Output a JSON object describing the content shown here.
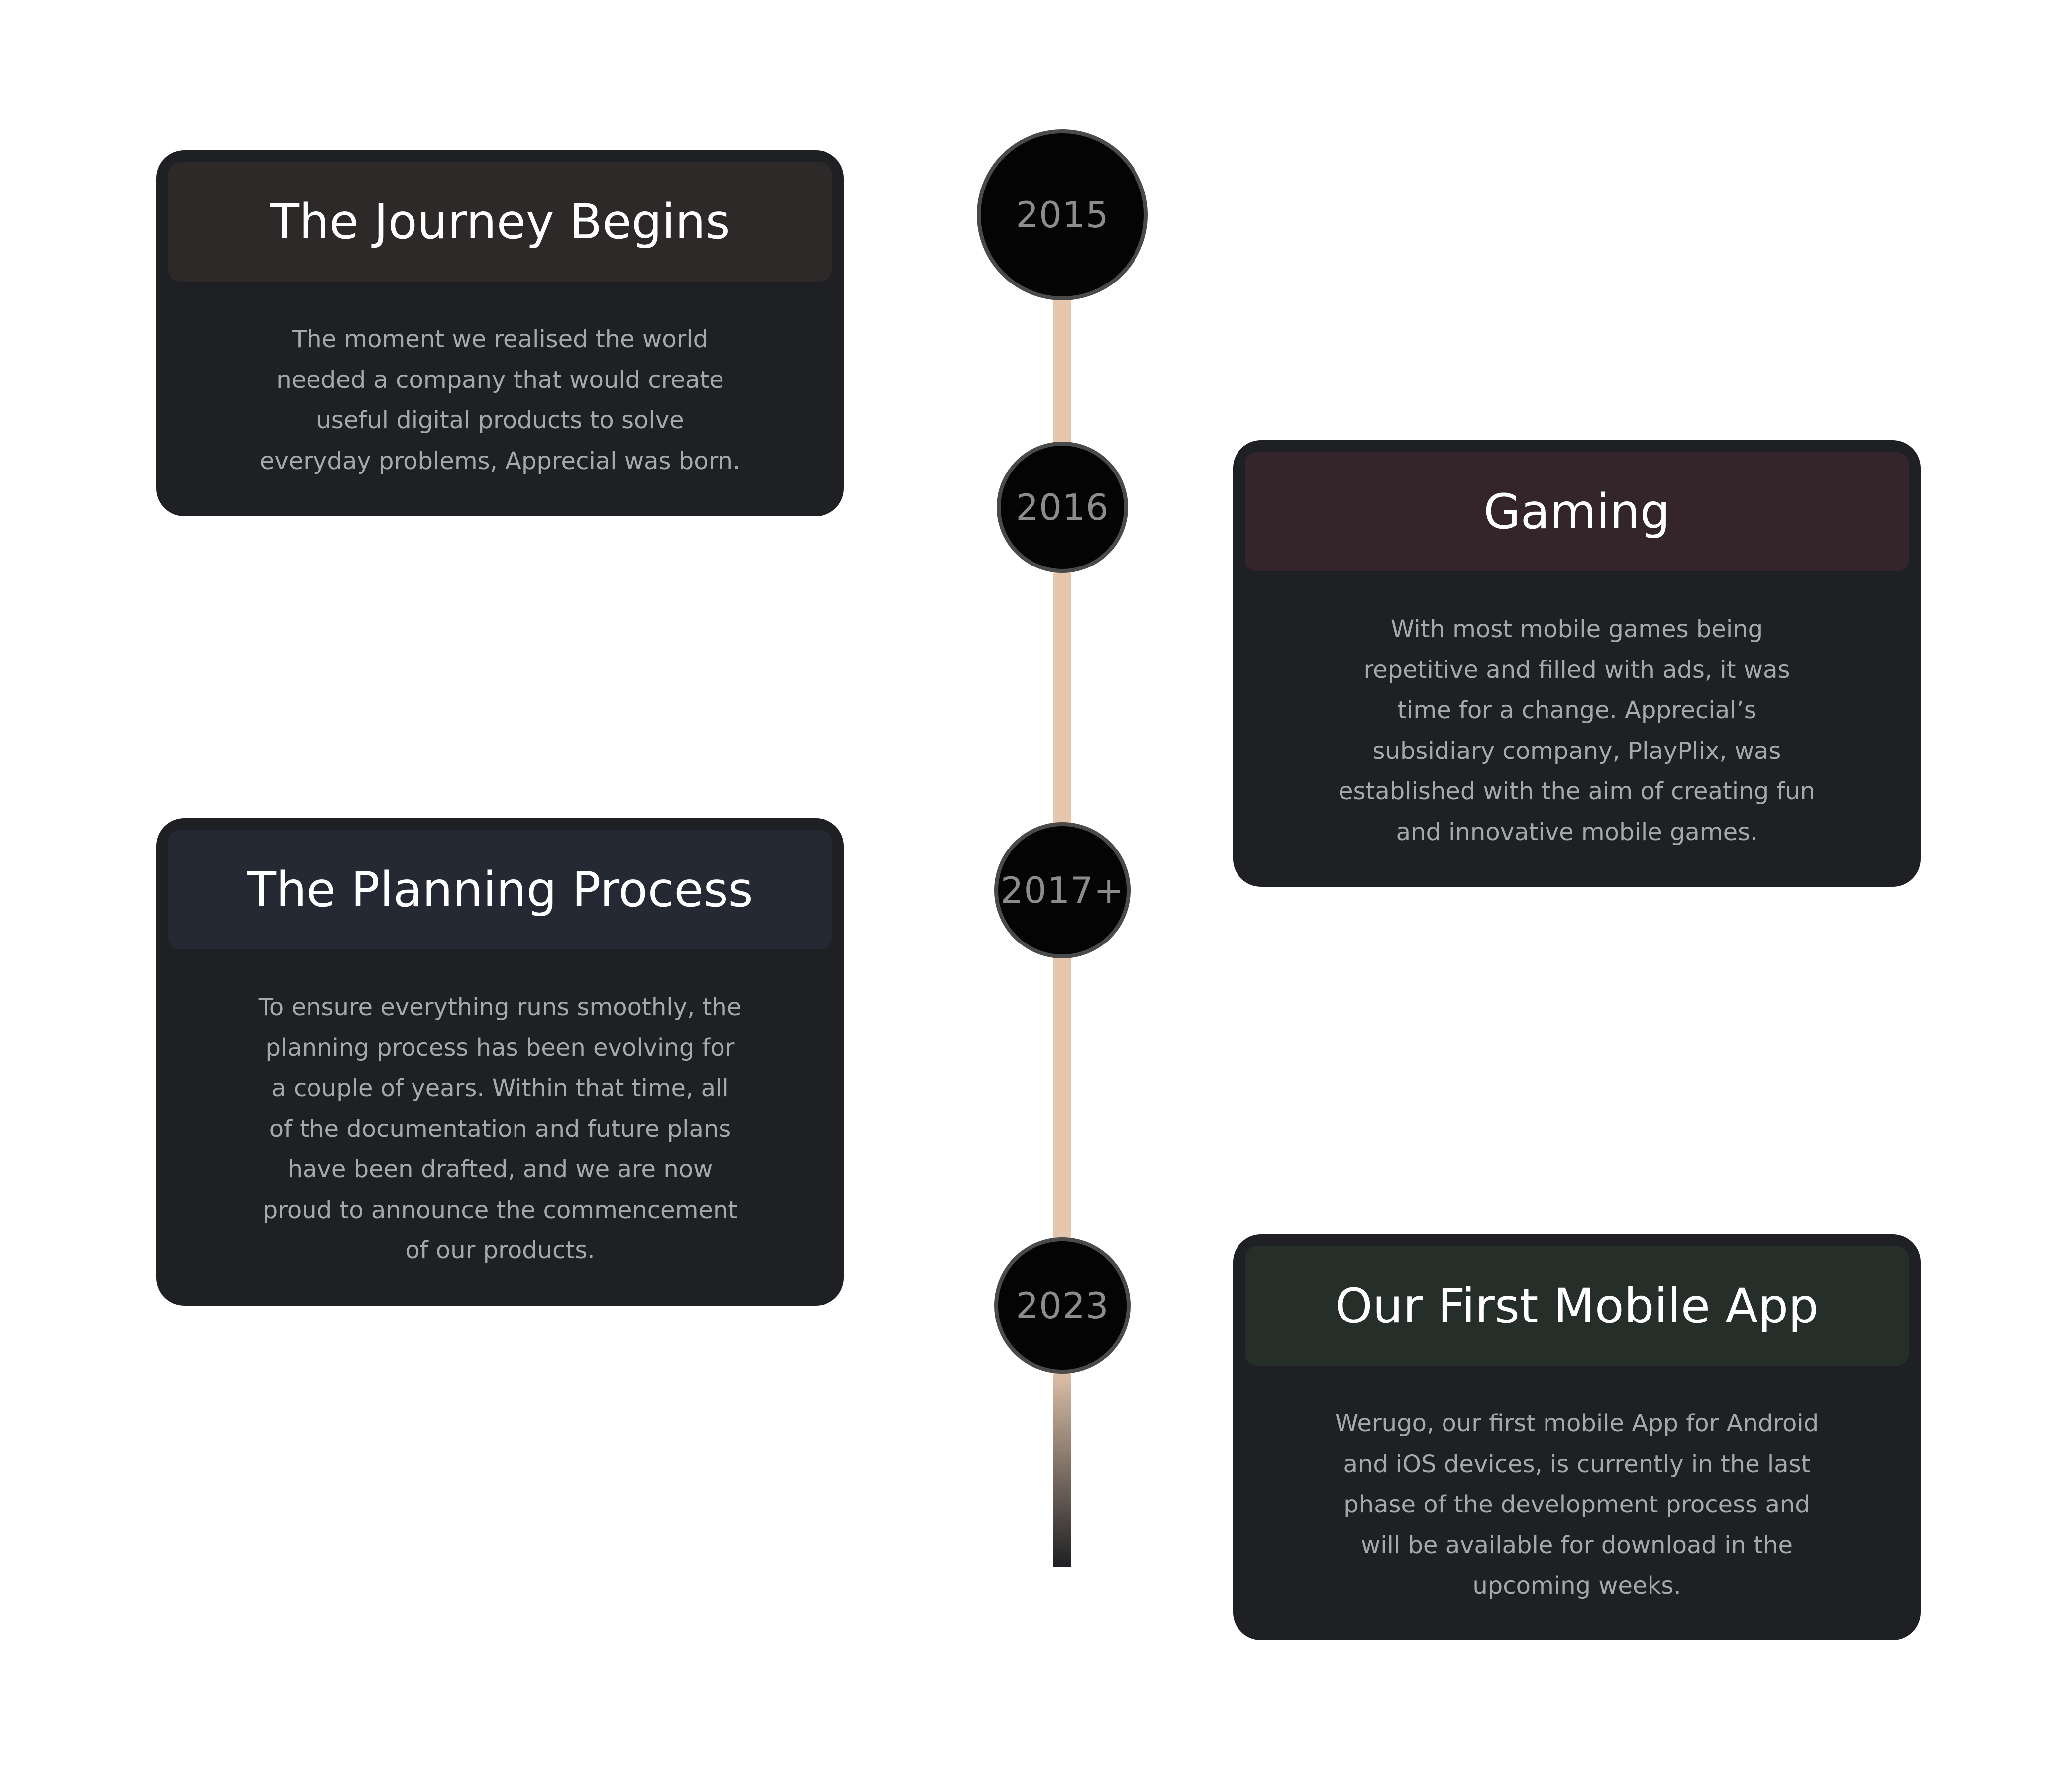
{
  "timeline": {
    "accent_color": "#e6c7ae",
    "milestones": [
      {
        "year": "2015",
        "title": "The Journey Begins",
        "description": "The moment we realised the world needed a company that would create useful digital products to solve everyday problems, Apprecial was born.",
        "header_color": "#2e2929"
      },
      {
        "year": "2016",
        "title": "Gaming",
        "description": "With most mobile games being repetitive and filled with ads, it was time for a change. Apprecial’s subsidiary company, PlayPlix, was established with the aim of creating fun and innovative mobile games.",
        "header_color": "#332529"
      },
      {
        "year": "2017+",
        "title": "The Planning Process",
        "description": "To ensure everything runs smoothly, the planning process has been evolving for a couple of years. Within that time, all of the documentation and future plans have been drafted, and we are now proud to announce the commencement of our products.",
        "header_color": "#242933"
      },
      {
        "year": "2023",
        "title": "Our First Mobile App",
        "description": "Werugo, our first mobile App for Android and iOS devices, is currently in the last phase of the development process and will be available for download in the upcoming weeks.",
        "header_color": "#262e2a"
      }
    ]
  }
}
